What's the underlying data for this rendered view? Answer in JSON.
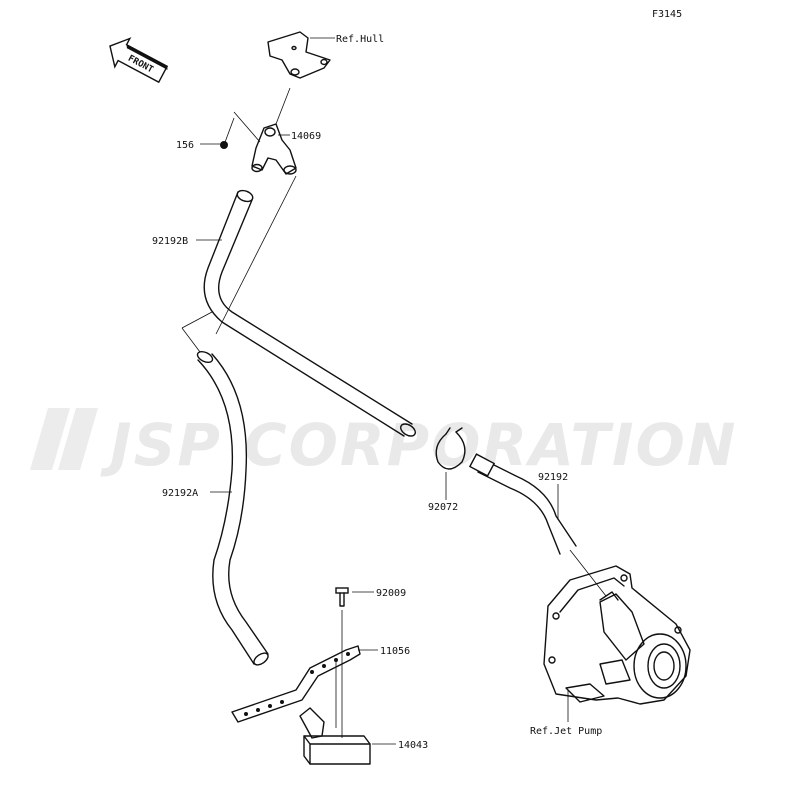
{
  "figure_code": "F3145",
  "watermark": "JSP CORPORATION",
  "direction_arrow": "FRONT",
  "parts": {
    "ref_hull": "Ref.Hull",
    "p156": "156",
    "p14069": "14069",
    "p92192B": "92192B",
    "p92192A": "92192A",
    "p92072": "92072",
    "p92192": "92192",
    "p92009": "92009",
    "p11056": "11056",
    "p14043": "14043",
    "ref_jet_pump": "Ref.Jet Pump"
  }
}
